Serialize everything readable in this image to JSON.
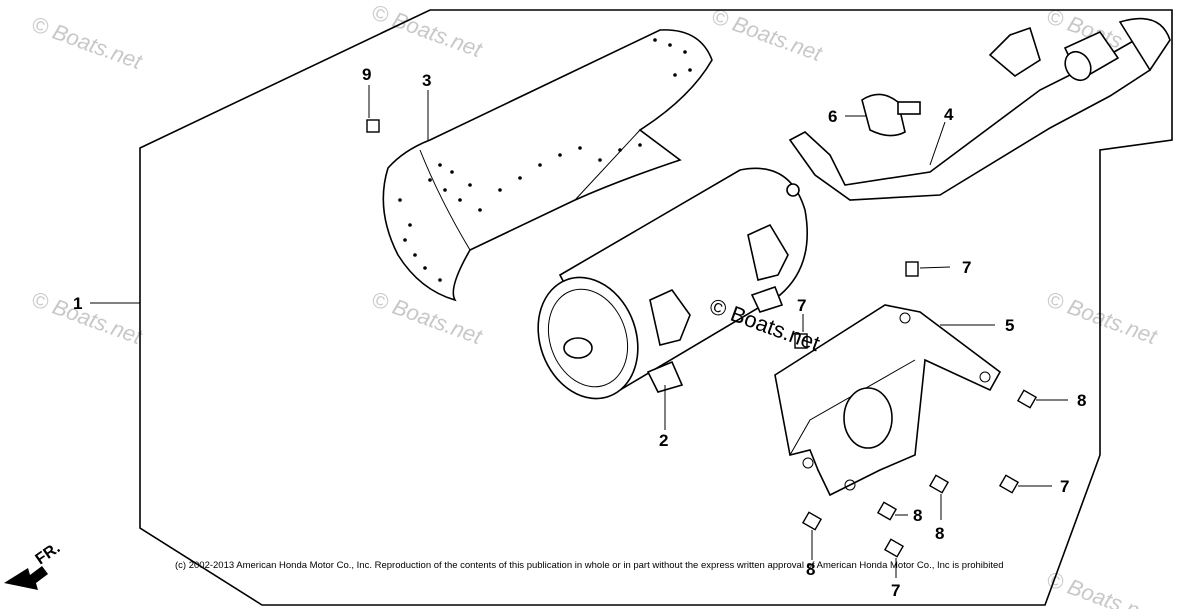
{
  "diagram": {
    "callouts": [
      "1",
      "2",
      "3",
      "4",
      "5",
      "6",
      "7",
      "7",
      "7",
      "7",
      "8",
      "8",
      "8",
      "8",
      "9"
    ],
    "front_label": "FR.",
    "watermark": "© Boats.net",
    "center_watermark": "© Boats.net",
    "copyright": "(c) 2002-2013 American Honda Motor Co., Inc. Reproduction of the contents of this publication in whole or in part without the express written approval of American Honda Motor Co., Inc is prohibited"
  }
}
